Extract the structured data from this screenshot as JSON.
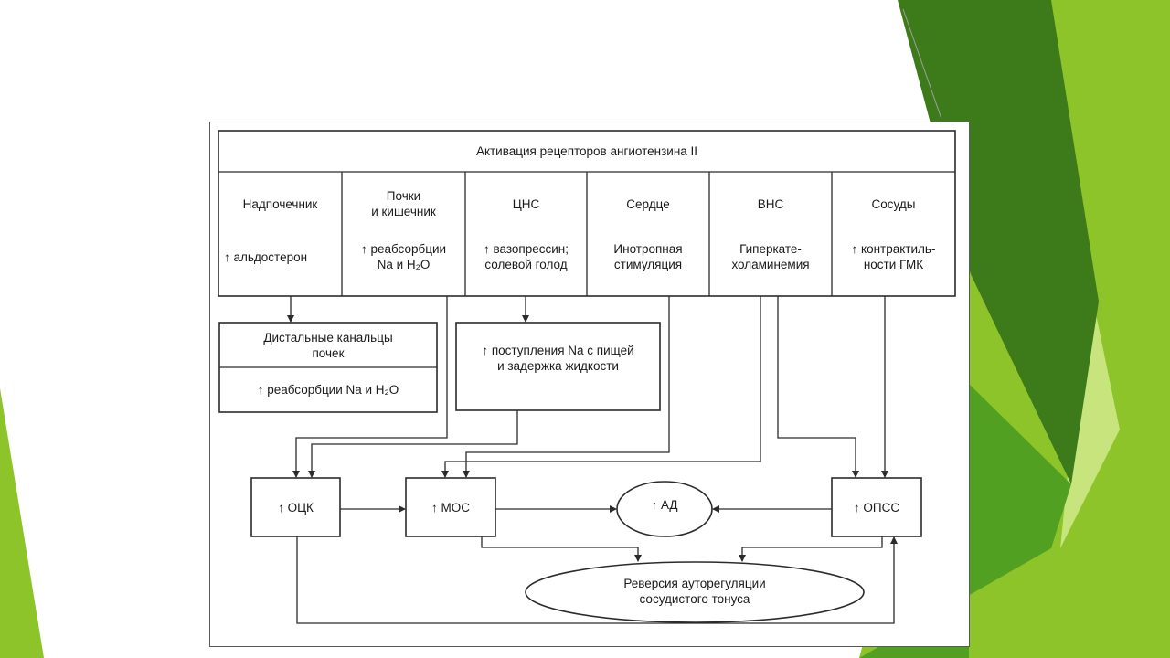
{
  "colors": {
    "dark_green": "#3c7a1a",
    "mid_green": "#52a022",
    "light_green": "#8cc42a",
    "pale_green": "#c7e47d",
    "box_stroke": "#2b2b2b"
  },
  "diagram": {
    "header": "Активация рецепторов ангиотензина II",
    "organs": [
      "Надпочечник",
      "Почки\nи кишечник",
      "ЦНС",
      "Сердце",
      "ВНС",
      "Сосуды"
    ],
    "effects": [
      "↑ альдостерон",
      "↑ реабсорбции\nNa и H₂O",
      "↑ вазопрессин;\nсолевой голод",
      "Инотропная\nстимуляция",
      "Гиперкате-\nхоламинемия",
      "↑ контрактиль-\nности ГМК"
    ],
    "distal_tubules": {
      "title": "Дистальные канальцы\nпочек",
      "effect": "↑ реабсорбции Na и H₂O"
    },
    "sodium_intake": "↑ поступления Na с пищей\nи задержка жидкости",
    "occ": "↑ ОЦК",
    "mos": "↑ МОС",
    "ad": "↑ АД",
    "opss": "↑ ОПСС",
    "reversal": "Реверсия ауторегуляции\nсосудистого тонуса"
  }
}
